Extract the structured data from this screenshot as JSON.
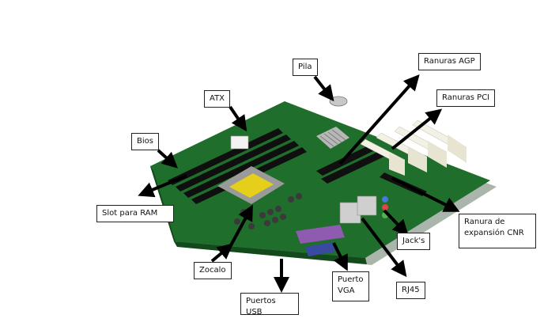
{
  "labels": {
    "pila": "Pila",
    "ranuras_agp": "Ranuras AGP",
    "atx": "ATX",
    "ranuras_pci": "Ranuras PCI",
    "bios": "Bios",
    "slot_ram": "Slot para RAM",
    "ranura_cnr": "Ranura de\nexpansión CNR",
    "jacks": "Jack's",
    "zocalo": "Zocalo",
    "puerto_vga": "Puerto\nVGA",
    "rj45": "RJ45",
    "puertos_usb": "Puertos USB"
  },
  "colors": {
    "board": "#1f6e2c",
    "board_dark": "#134a1c",
    "board_light": "#2f8a3a",
    "cpu_socket": "#e6cf1a",
    "parallel_port": "#8e5bb0",
    "vga_port": "#3a4aa0",
    "pci_slot": "#f3f0e4",
    "arrow": "#000000",
    "border": "#222222"
  }
}
